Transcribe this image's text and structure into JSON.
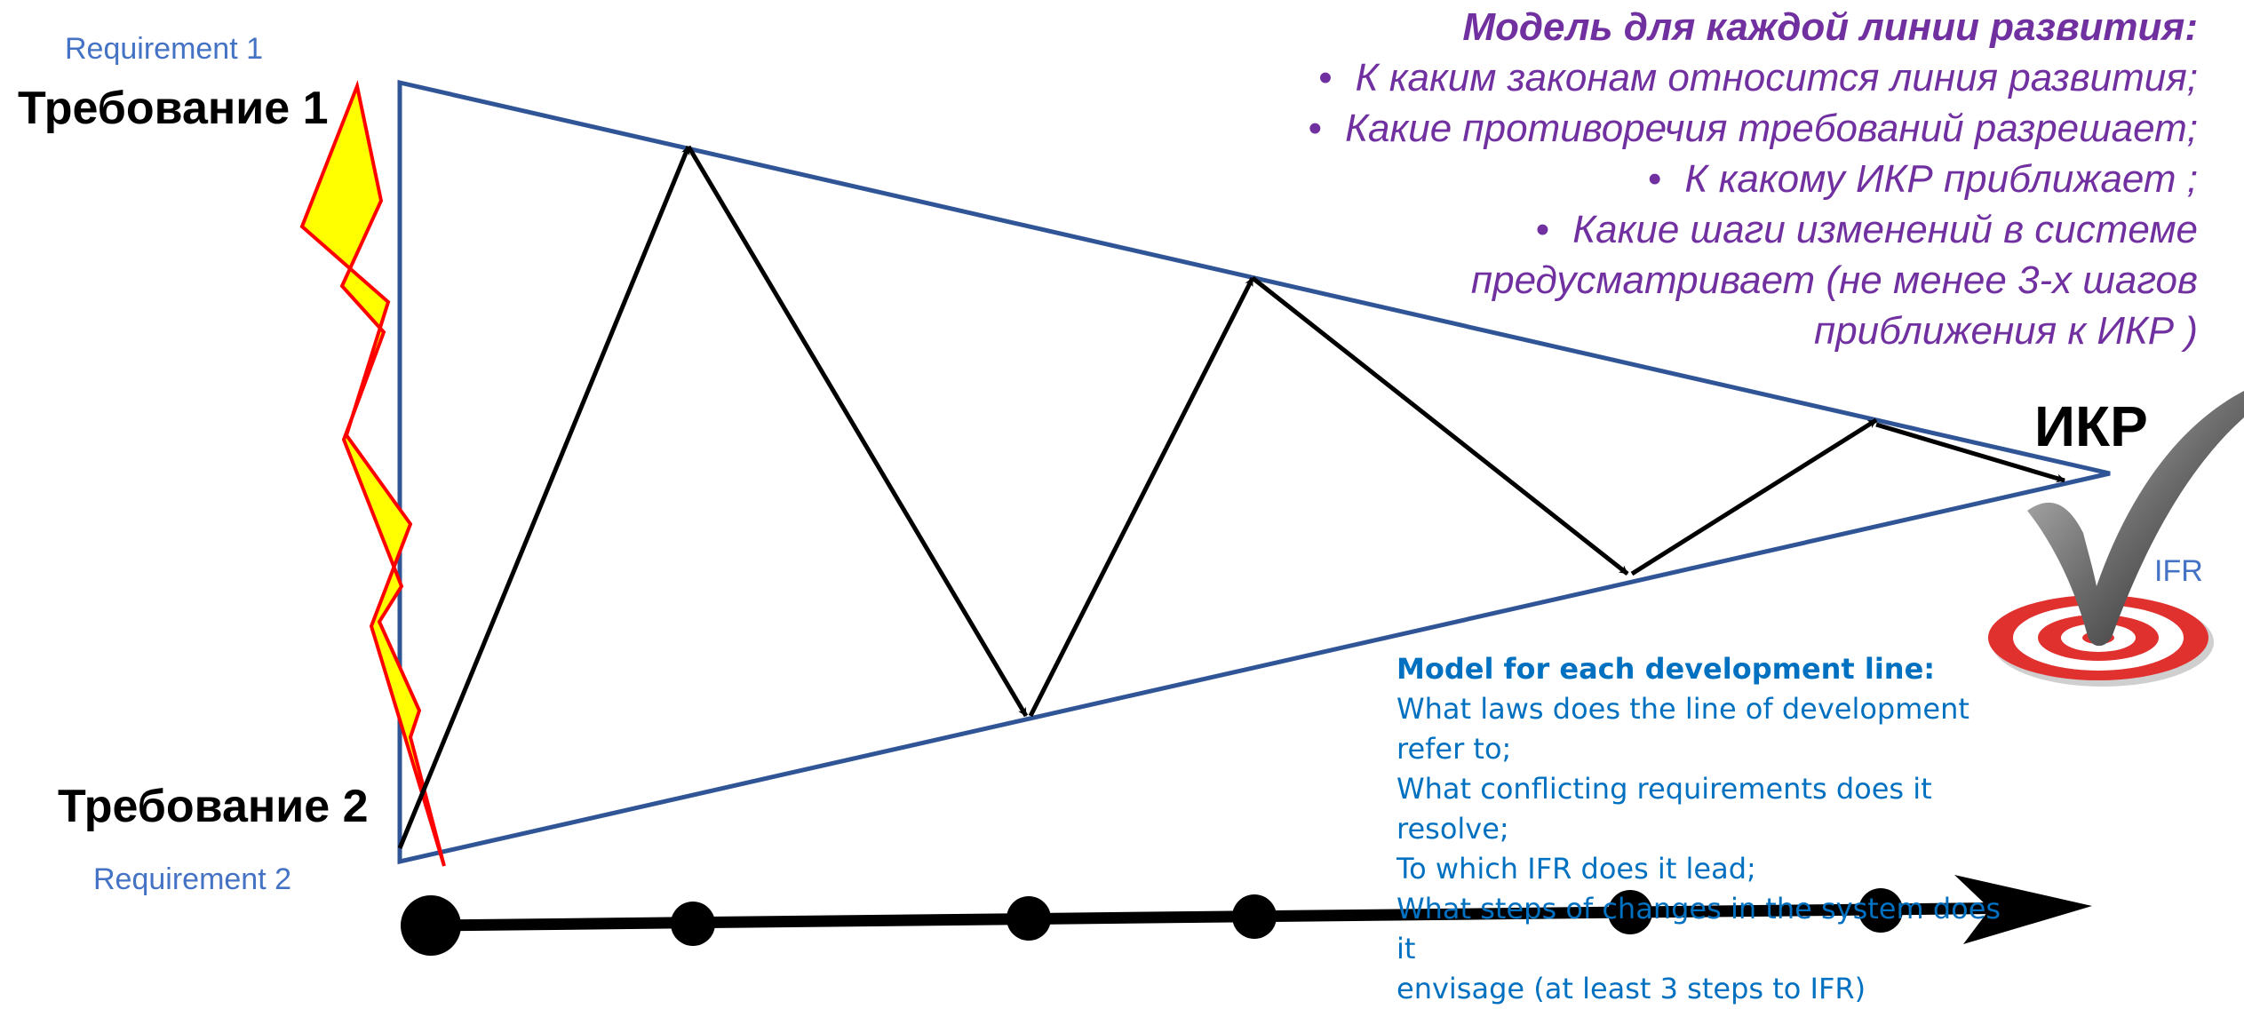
{
  "labels": {
    "requirement1_en": "Requirement 1",
    "requirement1_ru": "Требование 1",
    "requirement2_ru": "Требование 2",
    "requirement2_en": "Requirement 2",
    "ikr": "ИКР",
    "ifr": "IFR"
  },
  "ru_block": {
    "title": "Модель для каждой линии развития:",
    "items": [
      "К каким законам относится линия развития;",
      "Какие противоречия требований разрешает;",
      "К какому ИКР приближает ;",
      "Какие шаги изменений в системе"
    ],
    "continuation": [
      "предусматривает (не менее 3-х шагов",
      "приближения к ИКР )"
    ]
  },
  "en_block": {
    "title": "Model for each development line:",
    "lines": [
      "What laws does the line of development refer to;",
      "What conflicting requirements does it resolve;",
      "To which IFR does it lead;",
      "What steps of changes in the system does it",
      "envisage (at least 3 steps to IFR)"
    ]
  },
  "colors": {
    "triangle": "#2F5597",
    "lightning_fill": "#FFFF00",
    "lightning_stroke": "#FF0000",
    "arrows": "#000000",
    "ru_text": "#7030A0",
    "en_text": "#0070C0",
    "target_red": "#E0312F"
  },
  "icons": [
    "lightning-bolt-icon",
    "checkmark-icon",
    "target-icon",
    "timeline-arrow"
  ]
}
